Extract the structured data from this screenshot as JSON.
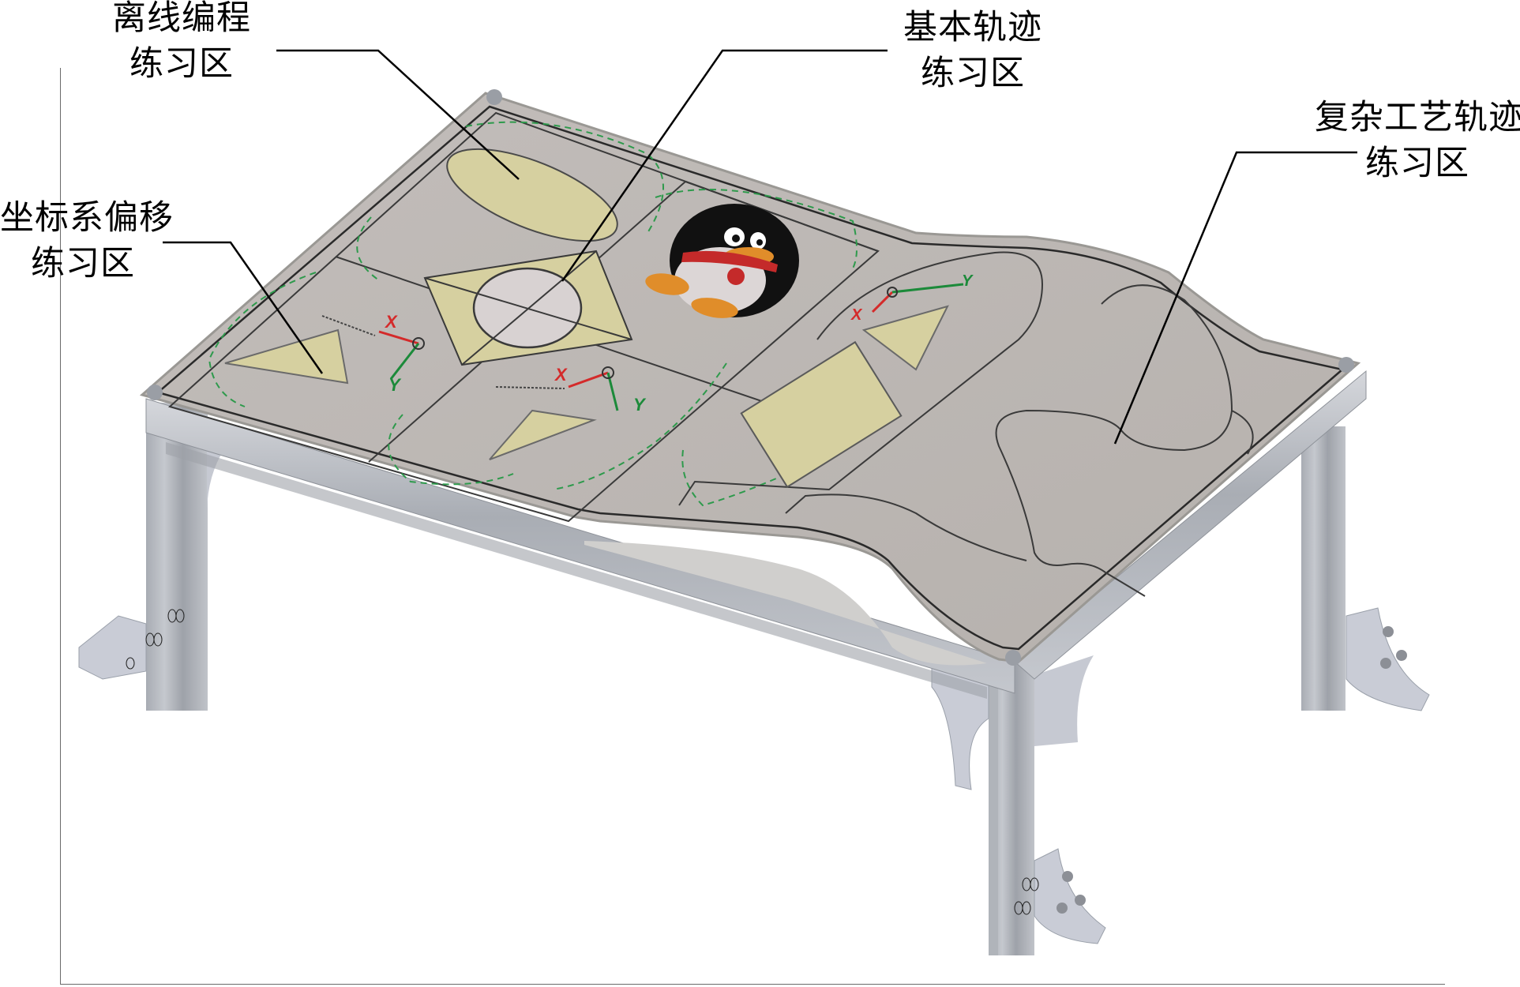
{
  "figure": {
    "description": "Isometric CAD rendering of a robot trajectory training table with four labeled practice zones",
    "colors": {
      "tabletop": "#bfbab6",
      "tabletop_shade": "#b3aeaa",
      "shape_fill": "#d6d0a0",
      "profile_aluminum": "#b9bcc2",
      "profile_dark": "#8e9299",
      "bracket": "#c9ccd6",
      "circle_fill": "#d8d2d2",
      "green_path": "#2e9a4c",
      "red_axis": "#d42a2a",
      "green_axis": "#1c8a3a",
      "leader_line": "#000000"
    }
  },
  "labels": [
    {
      "id": "offline-programming",
      "line1": "离线编程",
      "line2": "练习区"
    },
    {
      "id": "basic-trajectory",
      "line1": "基本轨迹",
      "line2": "练习区"
    },
    {
      "id": "coordinate-offset",
      "line1": "坐标系偏移",
      "line2": "练习区"
    },
    {
      "id": "complex-process-trajectory",
      "line1": "复杂工艺轨迹",
      "line2": "练习区"
    }
  ],
  "axis_markers": [
    {
      "x_label": "X",
      "y_label": "Y"
    },
    {
      "x_label": "X",
      "y_label": "Y"
    },
    {
      "x_label": "X",
      "y_label": "Y"
    }
  ]
}
